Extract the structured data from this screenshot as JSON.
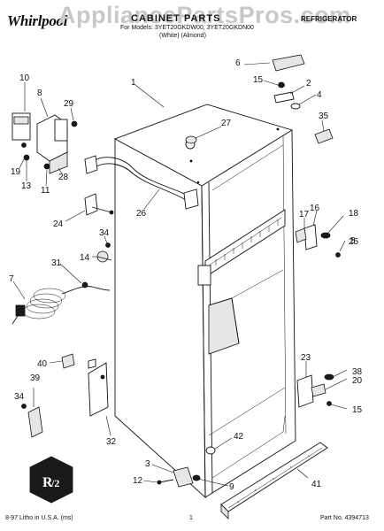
{
  "header": {
    "brand": "Whirlpool",
    "watermark": "AppliancePartsPros.com",
    "section_title": "CABINET PARTS",
    "appliance_type": "REFRIGERATOR",
    "models_line": "For Models: 3YET20GKDW00, 3YET20GKDN00",
    "colors_line": "(White)         (Almond)"
  },
  "footer": {
    "left": "8-97 Litho in U.S.A. (ms)",
    "page": "1",
    "right": "Part No. 4394713"
  },
  "callouts": [
    "1",
    "2",
    "3",
    "4",
    "5",
    "6",
    "7",
    "8",
    "9",
    "10",
    "11",
    "12",
    "13",
    "14",
    "15",
    "15",
    "16",
    "17",
    "18",
    "19",
    "20",
    "23",
    "24",
    "25",
    "26",
    "27",
    "28",
    "29",
    "31",
    "32",
    "34",
    "34",
    "35",
    "38",
    "39",
    "40",
    "41",
    "42"
  ]
}
